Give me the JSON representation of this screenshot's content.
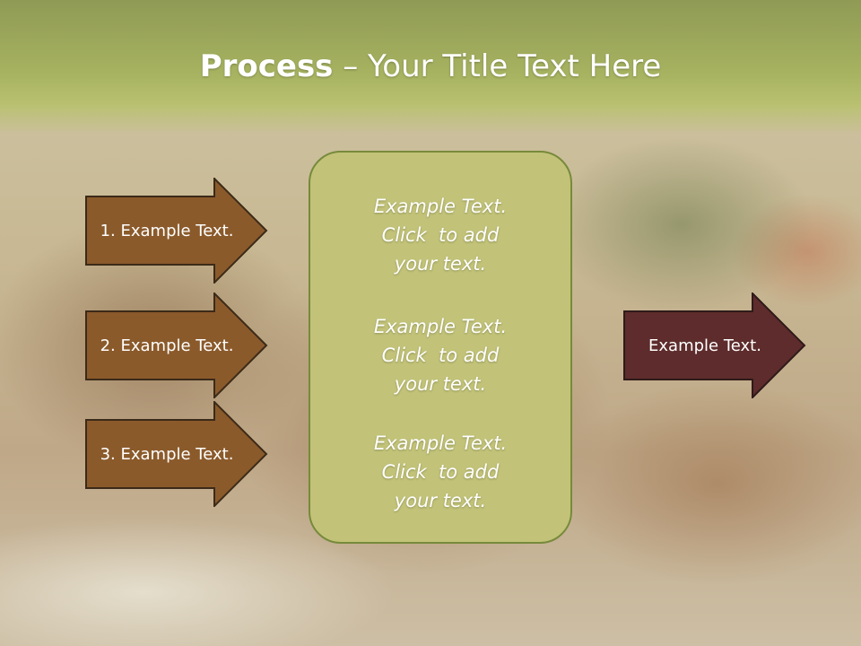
{
  "slide": {
    "title_bold": "Process",
    "title_rest": " – Your Title Text Here"
  },
  "steps": [
    {
      "label": "1. Example Text."
    },
    {
      "label": "2. Example Text."
    },
    {
      "label": "3. Example Text."
    }
  ],
  "center_box": {
    "blocks": [
      {
        "lines": [
          "Example Text.",
          "Click  to add",
          "your text."
        ]
      },
      {
        "lines": [
          "Example Text.",
          "Click  to add",
          "your text."
        ]
      },
      {
        "lines": [
          "Example Text.",
          "Click  to add",
          "your text."
        ]
      }
    ]
  },
  "output": {
    "label": "Example Text."
  },
  "colors": {
    "step_arrow_fill": "#8b5a2b",
    "output_arrow_fill": "#5e2c2c",
    "center_box_fill": "#c2c378",
    "header_green": "#a7b360"
  }
}
